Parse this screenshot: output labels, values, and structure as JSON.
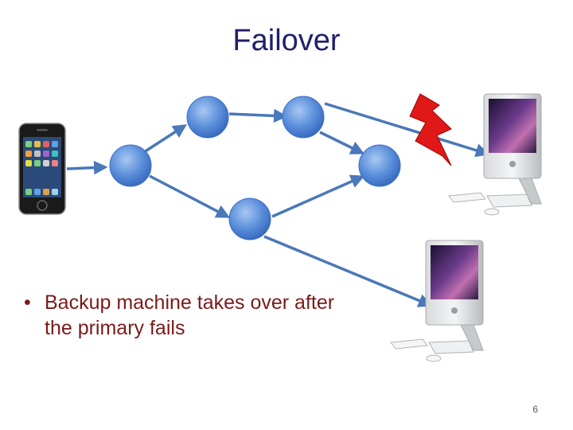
{
  "slide": {
    "title": "Failover",
    "bullet": "Backup machine takes over after the primary fails",
    "page_number": "6"
  },
  "icons": {
    "client": "smartphone-icon",
    "primary": "desktop-computer-icon",
    "backup": "desktop-computer-icon",
    "failure": "lightning-bolt-icon",
    "router": "circle-node-icon"
  },
  "colors": {
    "title": "#1f1f6b",
    "bullet": "#7a1a1a",
    "node": "#4f86d6",
    "link": "#4a78b8",
    "failure": "#e01818"
  }
}
